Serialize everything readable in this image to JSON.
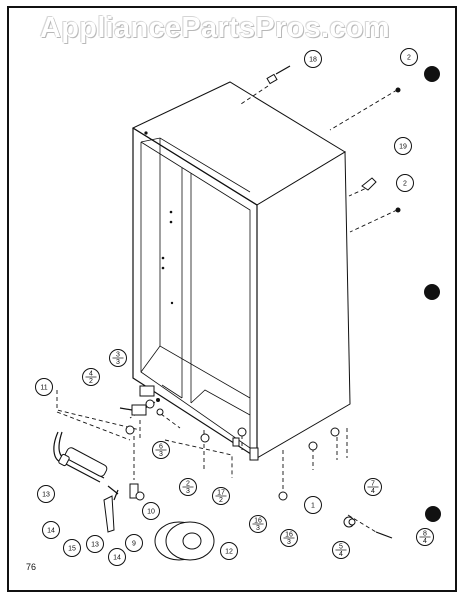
{
  "watermark": "AppliancePartsPros.com",
  "page_number": "76",
  "callouts": [
    {
      "id": "c18",
      "top": "18"
    },
    {
      "id": "c2a",
      "top": "2"
    },
    {
      "id": "c19",
      "top": "19"
    },
    {
      "id": "c2b",
      "top": "2"
    },
    {
      "id": "c11",
      "top": "11"
    },
    {
      "id": "c4-2",
      "top": "4",
      "bottom": "2"
    },
    {
      "id": "c3-3",
      "top": "3",
      "bottom": "3"
    },
    {
      "id": "c6-3",
      "top": "6",
      "bottom": "3"
    },
    {
      "id": "c2-3",
      "top": "2",
      "bottom": "3"
    },
    {
      "id": "c17-2",
      "top": "17",
      "bottom": "2"
    },
    {
      "id": "c16-3a",
      "top": "16",
      "bottom": "3"
    },
    {
      "id": "c16-3b",
      "top": "16",
      "bottom": "3"
    },
    {
      "id": "c1",
      "top": "1"
    },
    {
      "id": "c7-4",
      "top": "7",
      "bottom": "4"
    },
    {
      "id": "c8-4",
      "top": "8",
      "bottom": "4"
    },
    {
      "id": "c5-4",
      "top": "5",
      "bottom": "4"
    },
    {
      "id": "c13a",
      "top": "13"
    },
    {
      "id": "c14a",
      "top": "14"
    },
    {
      "id": "c15",
      "top": "15"
    },
    {
      "id": "c13b",
      "top": "13"
    },
    {
      "id": "c14b",
      "top": "14"
    },
    {
      "id": "c9",
      "top": "9"
    },
    {
      "id": "c10",
      "top": "10"
    },
    {
      "id": "c12",
      "top": "12"
    }
  ]
}
